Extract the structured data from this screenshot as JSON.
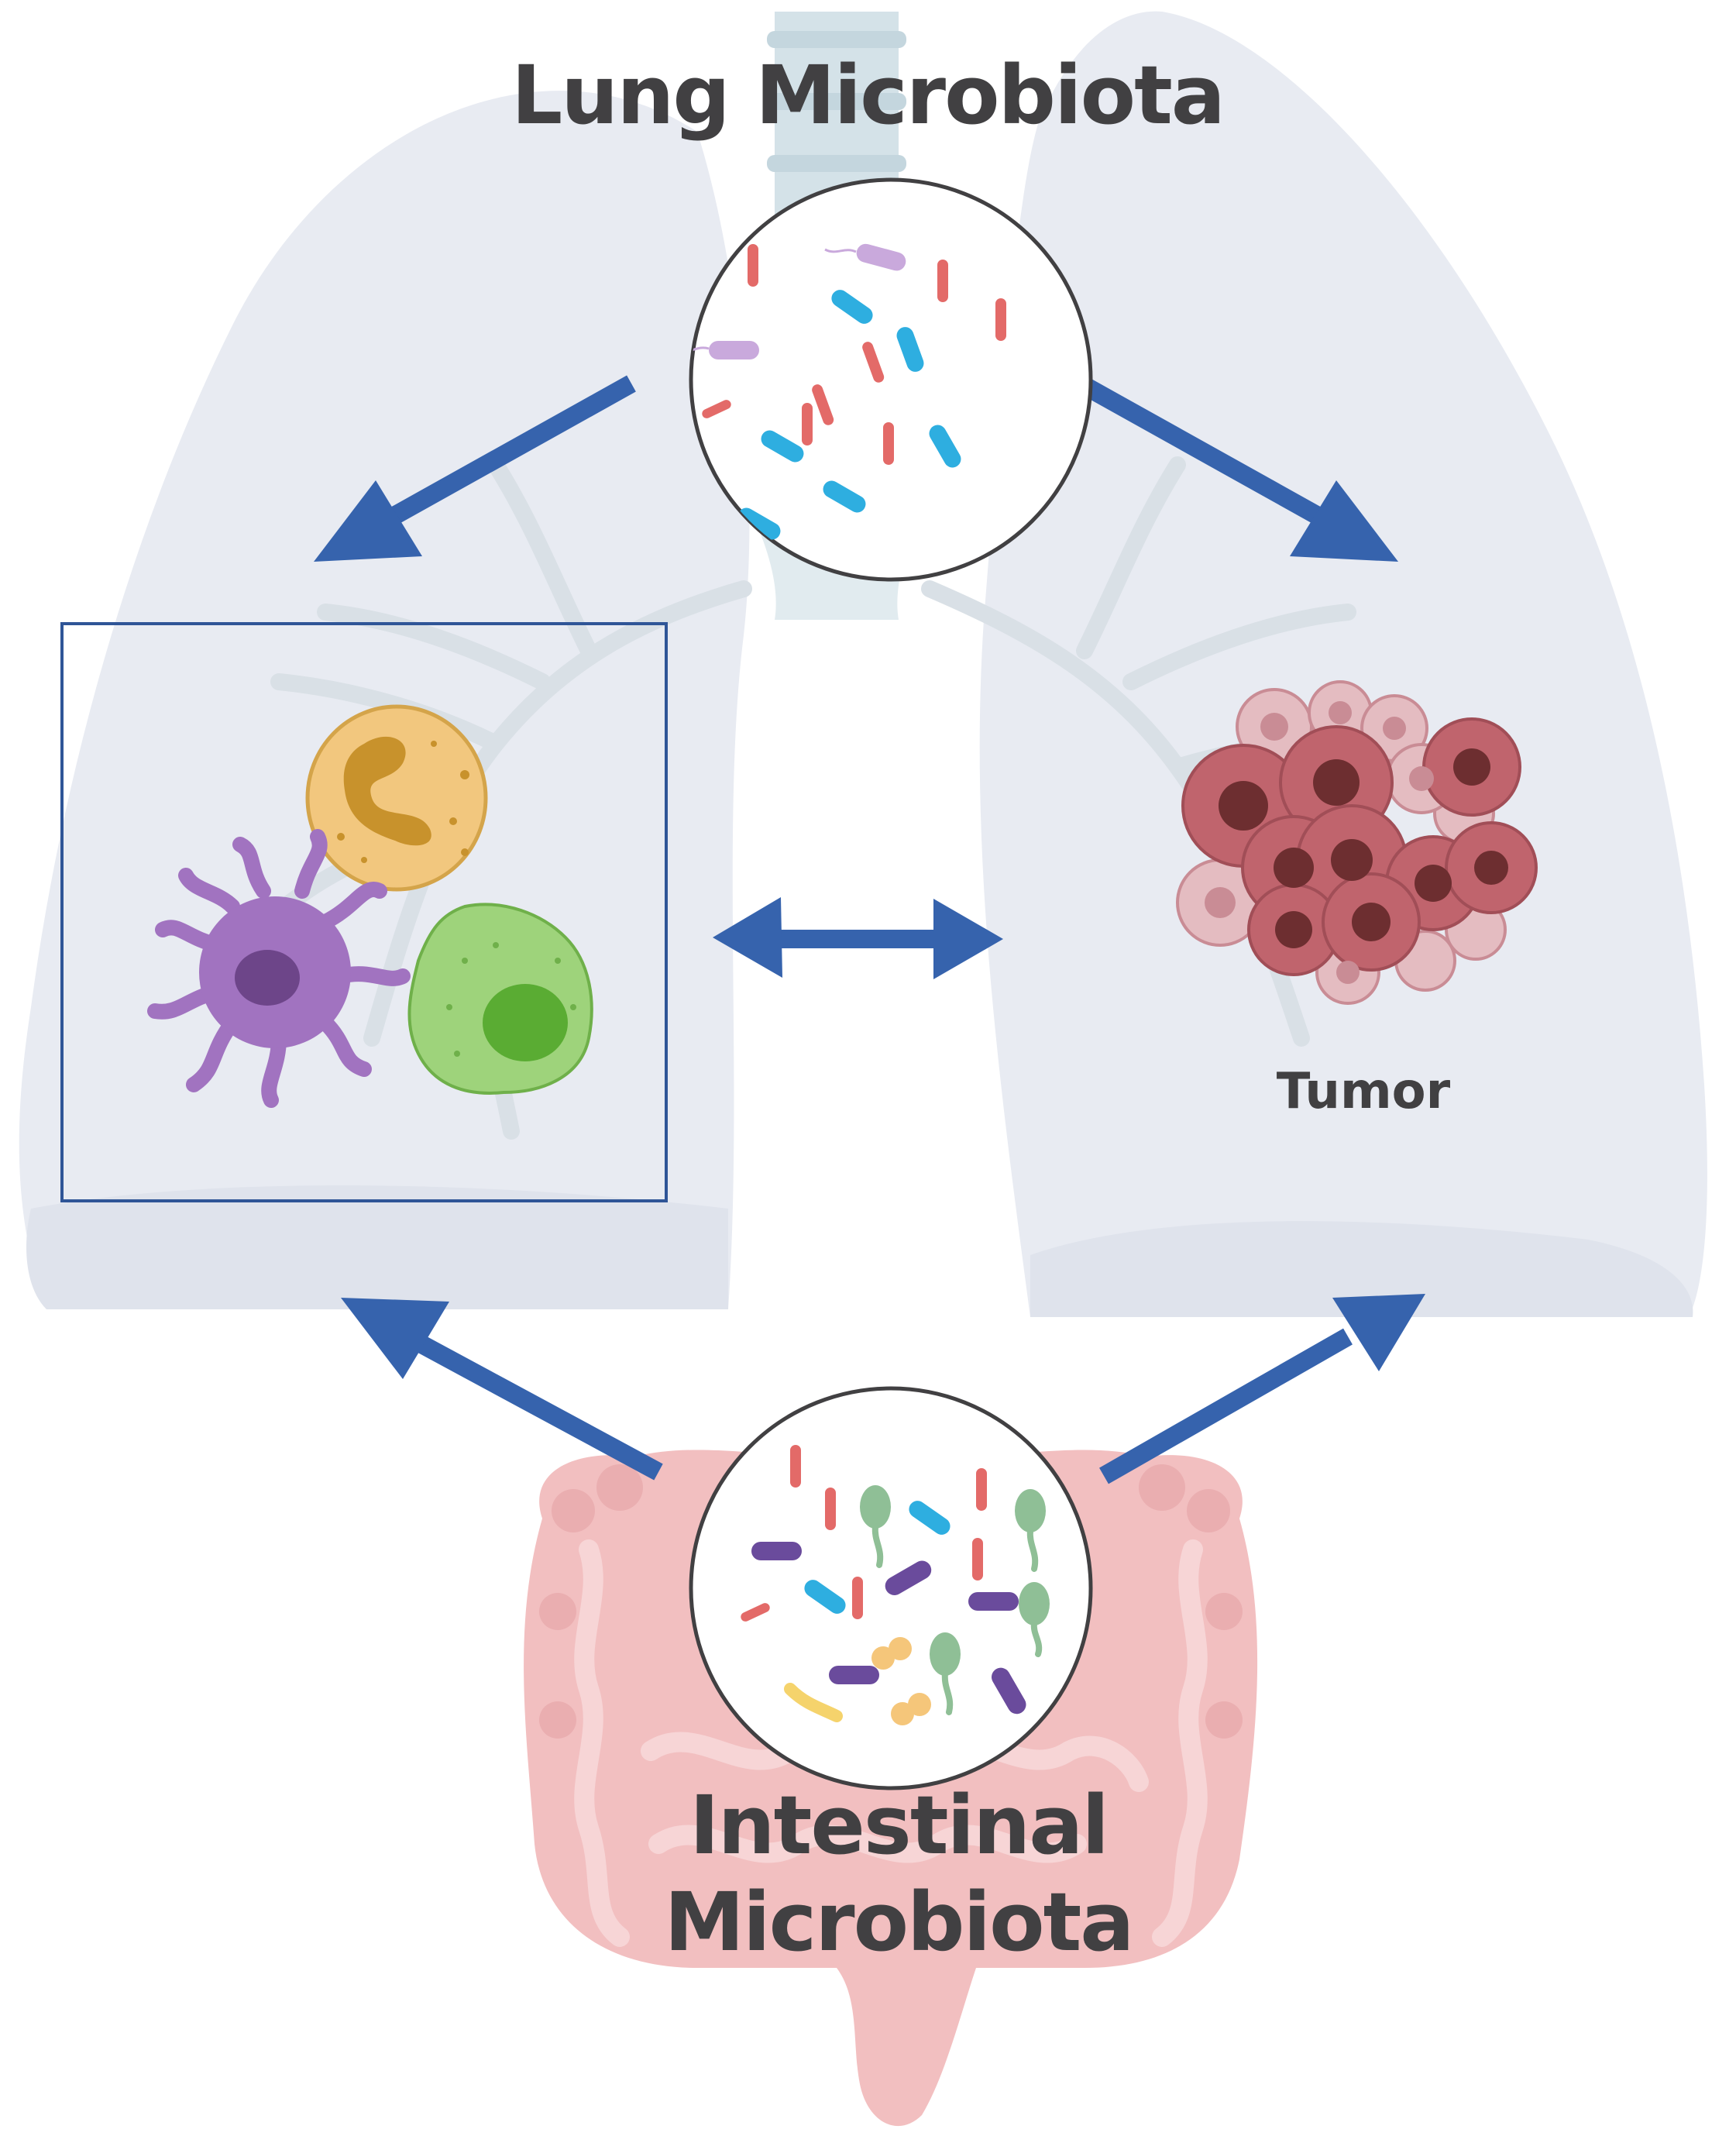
{
  "labels": {
    "lung_microbiota": "Lung Microbiota",
    "tumor": "Tumor",
    "intestinal_line1": "Intestinal",
    "intestinal_line2": "Microbiota"
  },
  "colors": {
    "arrow": "#3663ad",
    "lung": "#e8ebf2",
    "trachea": "#d4e2e8",
    "intestine": "#f2bfc0",
    "tumor_cell": "#c0646d",
    "tumor_cell_light": "#d9a5ad",
    "neutrophil": "#f2c77e",
    "dendritic_cell": "#a173c0",
    "macrophage": "#9ed37b",
    "bacteria_blue": "#2eaee0",
    "bacteria_red": "#e36a68",
    "bacteria_purple": "#6a4b9c",
    "bacteria_lavender": "#c9a9dc",
    "bacteria_green": "#8fbf96",
    "bacteria_yellow": "#f5d36c",
    "text": "#414042"
  },
  "icons": [
    "lungs-icon",
    "trachea-icon",
    "intestine-icon",
    "bacteria-circle-icon",
    "neutrophil-icon",
    "dendritic-cell-icon",
    "macrophage-icon",
    "tumor-icon"
  ]
}
